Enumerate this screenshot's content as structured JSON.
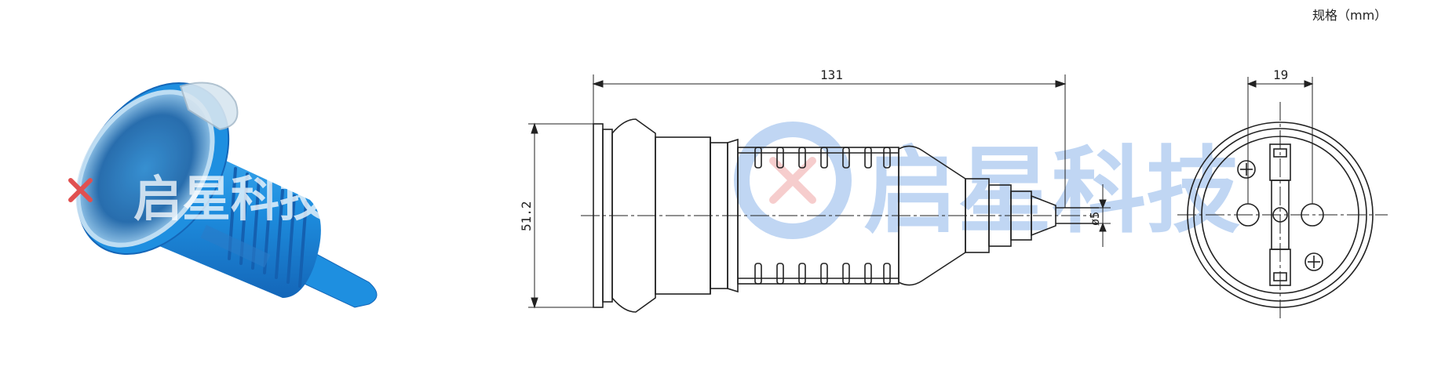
{
  "spec_label": "规格（mm）",
  "watermark": {
    "text": "启星科技",
    "text_color": "#1f6fd6",
    "x_color": "#e05050"
  },
  "dimensions": {
    "length": "131",
    "diameter_outer": "51.2",
    "cable": "ø5",
    "pin_spacing": "19"
  },
  "colors": {
    "plug_blue": "#1e8fe0",
    "line": "#222222"
  }
}
